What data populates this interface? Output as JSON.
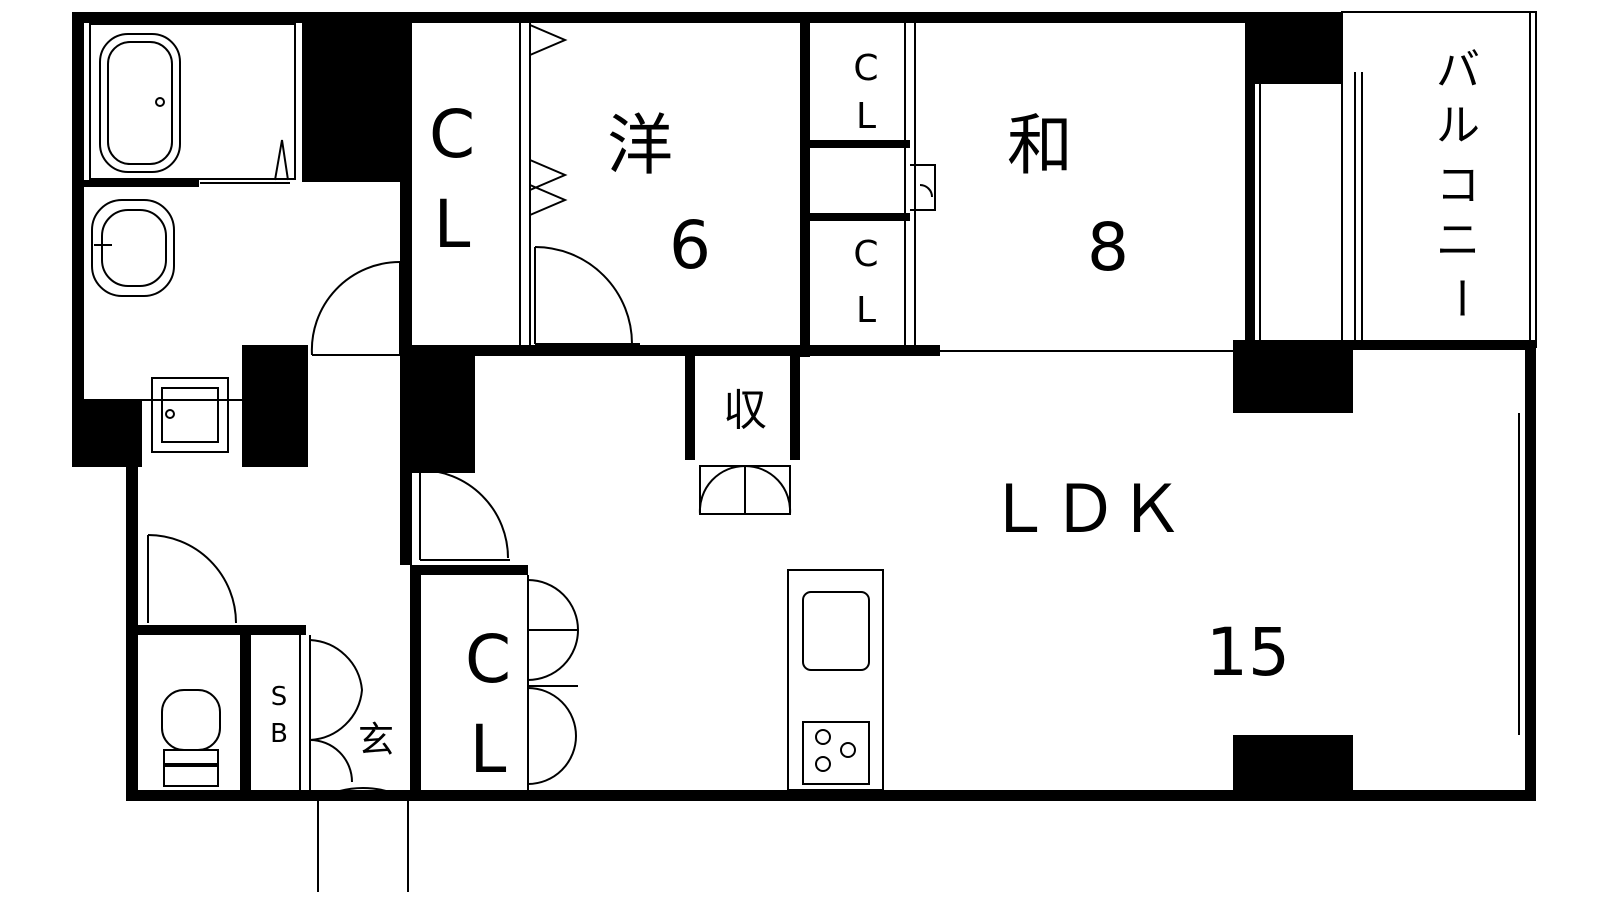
{
  "rooms": {
    "western": {
      "kanji": "洋",
      "size": "6"
    },
    "japanese": {
      "kanji": "和",
      "size": "8"
    },
    "ldk": {
      "label": "ＬＤＫ",
      "size": "15"
    },
    "balcony": {
      "chars": [
        "バ",
        "ル",
        "コ",
        "ニ",
        "ー"
      ]
    },
    "storage": {
      "label": "収"
    },
    "entrance": {
      "label": "玄"
    },
    "shoebox": {
      "line1": "S",
      "line2": "B"
    },
    "closet_western": {
      "line1": "C",
      "line2": "L"
    },
    "closet_japanese_upper": {
      "line1": "C",
      "line2": "L"
    },
    "closet_japanese_lower": {
      "line1": "C",
      "line2": "L"
    },
    "closet_entrance": {
      "line1": "C",
      "line2": "L"
    }
  },
  "colors": {
    "wall": "#000000",
    "background": "#ffffff"
  }
}
